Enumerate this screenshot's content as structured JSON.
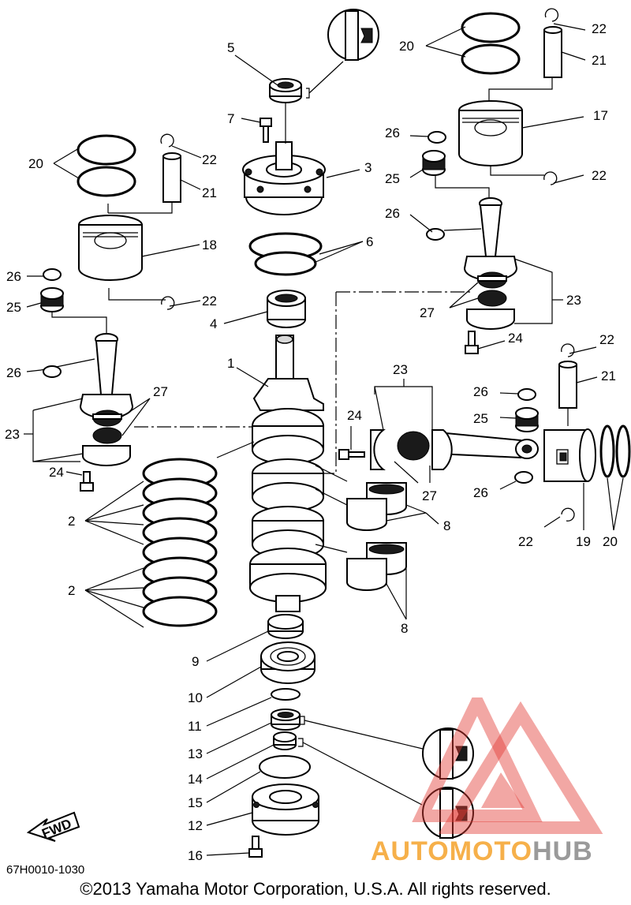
{
  "diagram": {
    "doc_code": "67H0010-1030",
    "copyright": "©2013 Yamaha Motor Corporation, U.S.A. All rights reserved.",
    "fwd_label": "FWD",
    "watermark": {
      "part1": "AUTOMOTO",
      "part2": "HUB",
      "color_orange": "#f6b04a",
      "color_grey": "#9a9a9a",
      "color_red": "#e33b36"
    },
    "callouts": {
      "c1": "1",
      "c2a": "2",
      "c2b": "2",
      "c3": "3",
      "c4": "4",
      "c5": "5",
      "c6": "6",
      "c7": "7",
      "c8a": "8",
      "c8b": "8",
      "c9": "9",
      "c10": "10",
      "c11": "11",
      "c12": "12",
      "c13": "13",
      "c14": "14",
      "c15": "15",
      "c16": "16",
      "c17": "17",
      "c18": "18",
      "c19": "19",
      "c20a": "20",
      "c20b": "20",
      "c20c": "20",
      "c21a": "21",
      "c21b": "21",
      "c21c": "21",
      "c22a": "22",
      "c22b": "22",
      "c22c": "22",
      "c22d": "22",
      "c22e": "22",
      "c22f": "22",
      "c23a": "23",
      "c23b": "23",
      "c23c": "23",
      "c24a": "24",
      "c24b": "24",
      "c24c": "24",
      "c25a": "25",
      "c25b": "25",
      "c25c": "25",
      "c26a": "26",
      "c26b": "26",
      "c26c": "26",
      "c26d": "26",
      "c26e": "26",
      "c26f": "26",
      "c27a": "27",
      "c27b": "27",
      "c27c": "27"
    }
  }
}
